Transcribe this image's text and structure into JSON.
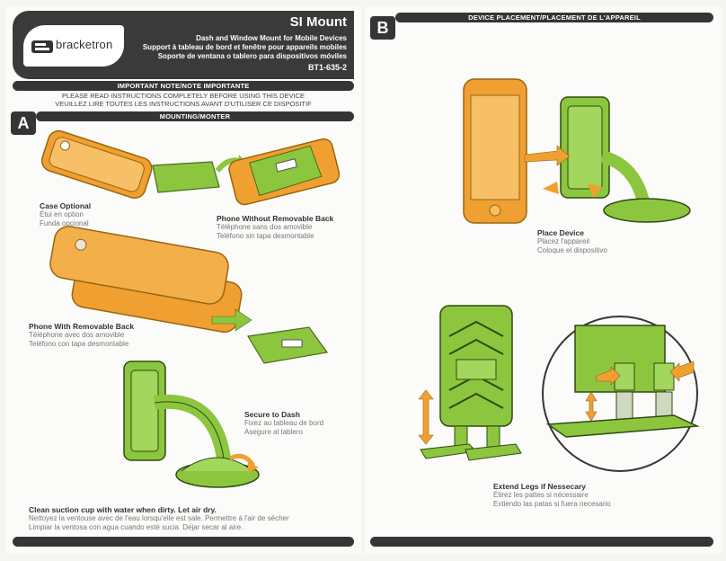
{
  "header": {
    "brand": "bracketron",
    "title": "SI Mount",
    "lines": [
      "Dash and Window Mount for Mobile Devices",
      "Support à tableau de bord et fenêtre pour appareils mobiles",
      "Soporte de ventana o tablero para dispositivos móviles",
      "BT1-635-2"
    ]
  },
  "important": {
    "bar": "IMPORTANT NOTE/NOTE IMPORTANTE",
    "lines": [
      "PLEASE READ INSTRUCTIONS COMPLETELY BEFORE USING THIS DEVICE",
      "VEUILLEZ LIRE TOUTES LES INSTRUCTIONS AVANT D'UTILISER CE DISPOSITIF"
    ]
  },
  "section_a": {
    "letter": "A",
    "bar": "MOUNTING/MONTER",
    "captions": {
      "case": [
        "Case Optional",
        "Étui en option",
        "Funda opcional"
      ],
      "no_back": [
        "Phone Without Removable Back",
        "Téléphone sans dos amovible",
        "Teléfono sin tapa desmontable"
      ],
      "with_back": [
        "Phone With Removable Back",
        "Téléphone avec dos amovible",
        "Teléfono con tapa desmontable"
      ],
      "dash": [
        "Secure to Dash",
        "Fixez au tableau de bord",
        "Asegure al tablero"
      ],
      "clean": [
        "Clean suction cup with water when dirty. Let air dry.",
        "Nettoyez la ventouse avec de l'eau lorsqu'elle est sale. Permettre à l'air de sécher",
        "Limpiar la ventosa con agua cuando esté sucia. Dejar secar al aire."
      ]
    }
  },
  "section_b": {
    "letter": "B",
    "bar": "DEVICE PLACEMENT/PLACEMENT DE L'APPAREIL",
    "captions": {
      "place": [
        "Place Device",
        "Placez l'appareil",
        "Coloque el dispositivo"
      ],
      "legs": [
        "Extend Legs if Nessecary",
        "Étirez les pattes si nécessaire",
        "Extiendo las patas si fuera necesario"
      ]
    }
  },
  "colors": {
    "green": "#8cc63f",
    "orange": "#f0a030",
    "dark": "#353535"
  }
}
